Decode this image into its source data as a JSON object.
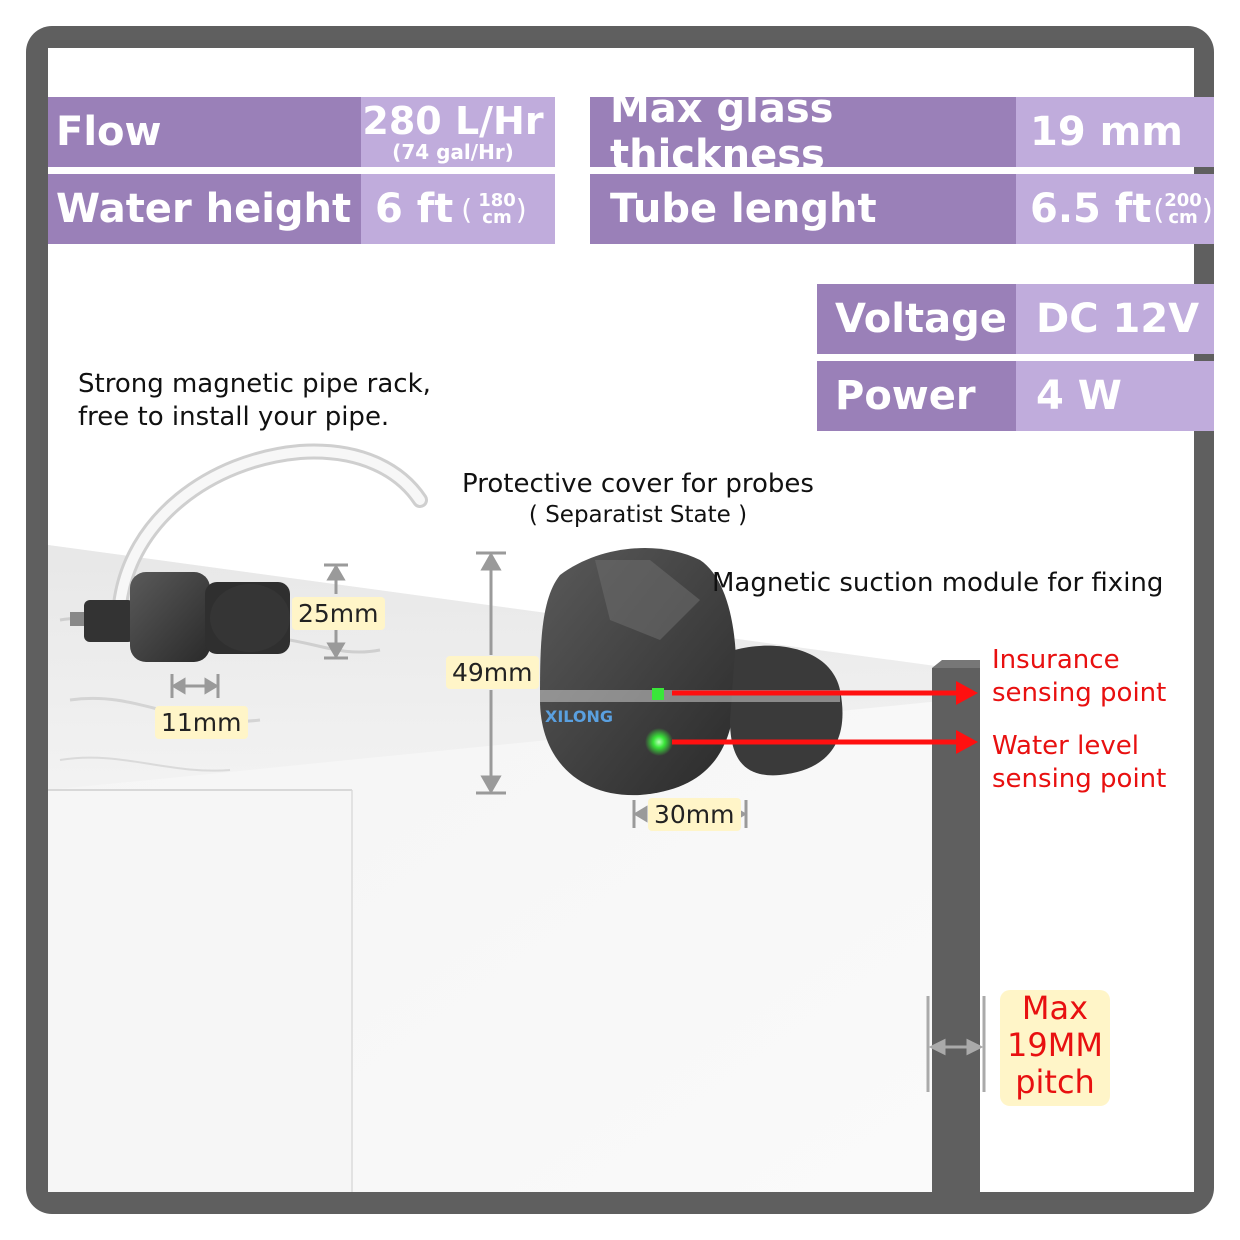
{
  "specs": {
    "flow": {
      "label": "Flow",
      "value": "280 L/Hr",
      "sub": "(74 gal/Hr)"
    },
    "water_height": {
      "label": "Water height",
      "value": "6 ft",
      "frac_top": "180",
      "frac_bottom": "cm"
    },
    "max_glass": {
      "label": "Max glass thickness",
      "value": "19 mm"
    },
    "tube_length": {
      "label": "Tube lenght",
      "value": "6.5 ft",
      "frac_top": "200",
      "frac_bottom": "cm"
    },
    "voltage": {
      "label": "Voltage",
      "value": "DC 12V"
    },
    "power": {
      "label": "Power",
      "value": "4 W"
    }
  },
  "notes": {
    "pipe_rack_1": "Strong magnetic pipe rack,",
    "pipe_rack_2": "free to install your pipe.",
    "cover_1": "Protective cover for probes",
    "cover_2": "( Separatist State )",
    "magnetic": "Magnetic suction module for fixing",
    "insurance_1": "Insurance",
    "insurance_2": "sensing point",
    "water_level_1": "Water level",
    "water_level_2": "sensing point"
  },
  "dimensions": {
    "d25": "25mm",
    "d11": "11mm",
    "d49": "49mm",
    "d30": "30mm"
  },
  "max_pitch": {
    "line1": "Max",
    "line2": "19MM",
    "line3": "pitch"
  },
  "colors": {
    "frame": "#5f5f5f",
    "label_purple": "#9a80b8",
    "value_purple": "#c0acdc",
    "annotation_red": "#e81010",
    "dimension_bg": "#fff5c8",
    "sensor_green": "#39e639"
  }
}
